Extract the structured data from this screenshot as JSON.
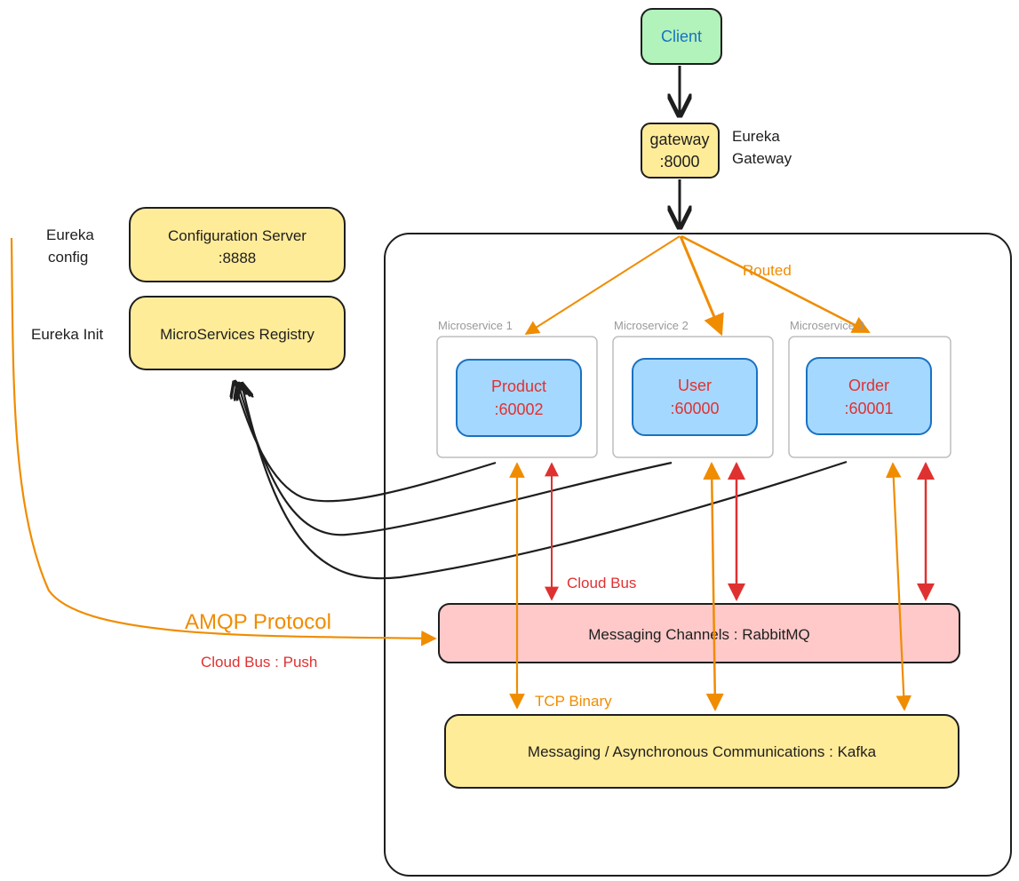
{
  "colors": {
    "client_fill": "#b2f2bb",
    "client_text": "#1971c2",
    "yellow_fill": "#ffec99",
    "service_fill": "#a5d8ff",
    "service_stroke": "#1971c2",
    "service_text": "#e03131",
    "rabbit_fill": "#ffc9c9",
    "orange": "#f08c00",
    "red": "#e03131",
    "dark": "#1e1e1e",
    "grey": "#999999"
  },
  "client": {
    "label": "Client"
  },
  "gateway": {
    "line1": "gateway",
    "line2": ":8000",
    "side_line1": "Eureka",
    "side_line2": "Gateway"
  },
  "config_server": {
    "line1": "Configuration Server",
    "line2": ":8888",
    "side_line1": "Eureka",
    "side_line2": "config"
  },
  "registry": {
    "label": "MicroServices Registry",
    "side_label": "Eureka Init"
  },
  "routed_label": "Routed",
  "microservices": [
    {
      "caption": "Microservice 1",
      "name": "Product",
      "port": ":60002"
    },
    {
      "caption": "Microservice 2",
      "name": "User",
      "port": ":60000"
    },
    {
      "caption": "Microservice 3",
      "name": "Order",
      "port": ":60001"
    }
  ],
  "cloud_bus_label": "Cloud Bus",
  "rabbitmq": {
    "label": "Messaging Channels : RabbitMQ"
  },
  "amqp": {
    "label": "AMQP Protocol",
    "sub_label": "Cloud Bus : Push"
  },
  "tcp_label": "TCP Binary",
  "kafka": {
    "label": "Messaging / Asynchronous Communications : Kafka"
  }
}
